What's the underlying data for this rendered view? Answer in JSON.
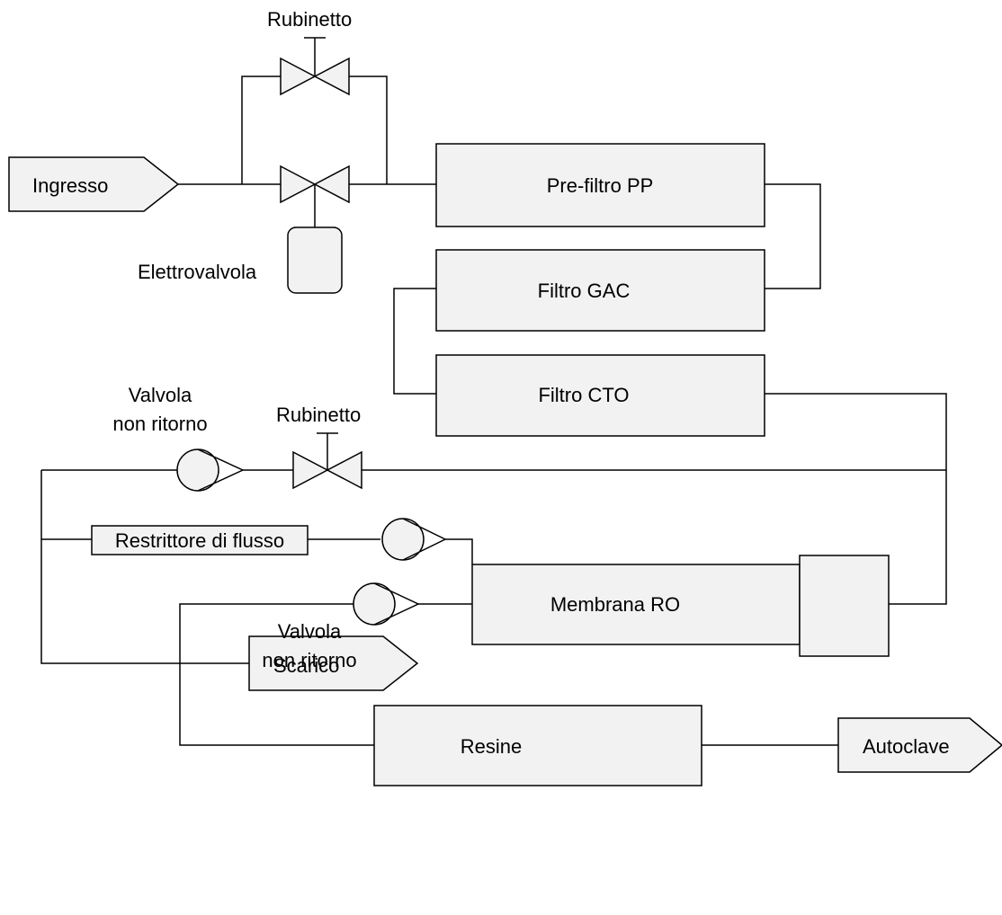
{
  "labels": {
    "ingresso": "Ingresso",
    "rubinetto_top": "Rubinetto",
    "elettrovalvola": "Elettrovalvola",
    "prefiltro": "Pre-filtro PP",
    "filtro_gac": "Filtro GAC",
    "filtro_cto": "Filtro CTO",
    "valvola1_line1": "Valvola",
    "valvola1_line2": "non ritorno",
    "rubinetto_mid": "Rubinetto",
    "restrittore": "Restrittore di flusso",
    "membrana": "Membrana RO",
    "valvola2_line1": "Valvola",
    "valvola2_line2": "non ritorno",
    "resine": "Resine",
    "autoclave": "Autoclave",
    "scarico": "Scarico"
  },
  "colors": {
    "fill": "#f2f2f2",
    "stroke": "#000000"
  }
}
